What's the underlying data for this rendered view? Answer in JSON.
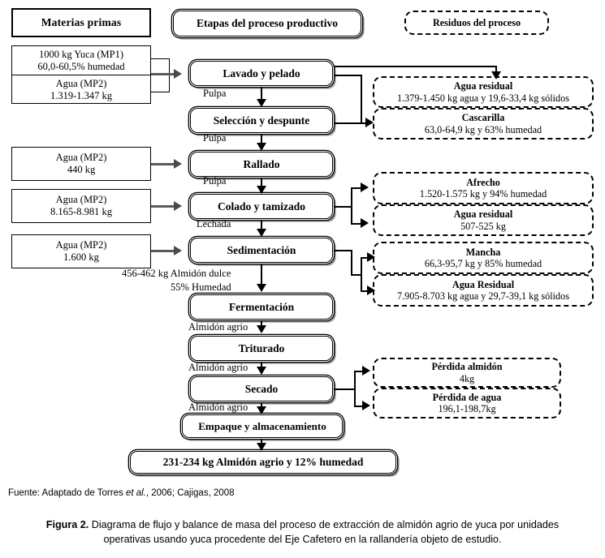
{
  "figure": {
    "headers": {
      "raw_materials": "Materias primas",
      "process_stages": "Etapas del proceso productivo",
      "residues": "Residuos del proceso"
    },
    "inputs": [
      {
        "name": "input-yuca-agua",
        "cells": [
          {
            "line1": "1000 kg Yuca (MP1)",
            "line2": "60,0-60,5% humedad"
          },
          {
            "line1": "Agua (MP2)",
            "line2": "1.319-1.347 kg"
          }
        ]
      },
      {
        "name": "input-agua-rallado",
        "cells": [
          {
            "line1": "Agua (MP2)",
            "line2": "440 kg"
          }
        ]
      },
      {
        "name": "input-agua-colado",
        "cells": [
          {
            "line1": "Agua (MP2)",
            "line2": "8.165-8.981 kg"
          }
        ]
      },
      {
        "name": "input-agua-sedimentacion",
        "cells": [
          {
            "line1": "Agua (MP2)",
            "line2": "1.600 kg"
          }
        ]
      }
    ],
    "stages": [
      {
        "id": "lavado",
        "label": "Lavado y pelado"
      },
      {
        "id": "seleccion",
        "label": "Selección y despunte"
      },
      {
        "id": "rallado",
        "label": "Rallado"
      },
      {
        "id": "colado",
        "label": "Colado y tamizado"
      },
      {
        "id": "sedimentacion",
        "label": "Sedimentación"
      },
      {
        "id": "fermentacion",
        "label": "Fermentación"
      },
      {
        "id": "triturado",
        "label": "Triturado"
      },
      {
        "id": "secado",
        "label": "Secado"
      },
      {
        "id": "empaque",
        "label": "Empaque y almacenamiento"
      }
    ],
    "flow_labels": {
      "lavado_to_seleccion": "Pulpa",
      "seleccion_to_rallado": "Pulpa",
      "rallado_to_colado": "Pulpa",
      "colado_to_sedimentacion": "Lechada",
      "sedimentacion_to_fermentacion_l1": "456-462 kg Almidón dulce",
      "sedimentacion_to_fermentacion_l2": "55% Humedad",
      "fermentacion_to_triturado": "Almidón agrio",
      "triturado_to_secado": "Almidón agrio",
      "secado_to_empaque": "Almidón agrio"
    },
    "residues": [
      {
        "id": "agua-residual-lavado",
        "title": "Agua residual",
        "value": "1.379-1.450 kg agua y 19,6-33,4 kg sólidos"
      },
      {
        "id": "cascarilla",
        "title": "Cascarilla",
        "value": "63,0-64,9 kg y 63% humedad"
      },
      {
        "id": "afrecho",
        "title": "Afrecho",
        "value": "1.520-1.575 kg y 94% humedad"
      },
      {
        "id": "agua-residual-colado",
        "title": "Agua residual",
        "value": "507-525 kg"
      },
      {
        "id": "mancha",
        "title": "Mancha",
        "value": "66,3-95,7 kg y 85% humedad"
      },
      {
        "id": "agua-residual-sedim",
        "title": "Agua Residual",
        "value": "7.905-8.703 kg agua y 29,7-39,1 kg sólidos"
      },
      {
        "id": "perdida-almidon",
        "title": "Pérdida almidón",
        "value": "4kg"
      },
      {
        "id": "perdida-agua",
        "title": "Pérdida de agua",
        "value": "196,1-198,7kg"
      }
    ],
    "output": {
      "label": "231-234 kg Almidón agrio y 12% humedad"
    },
    "source": {
      "prefix": "Fuente: Adaptado de Torres ",
      "italic": "et al.",
      "suffix": ", 2006; Cajigas, 2008"
    },
    "caption": {
      "number": "Figura 2.",
      "text": " Diagrama de flujo y balance de masa del proceso de extracción de almidón agrio de yuca por unidades operativas usando yuca procedente del Eje Cafetero en la rallandería objeto de estudio."
    }
  }
}
